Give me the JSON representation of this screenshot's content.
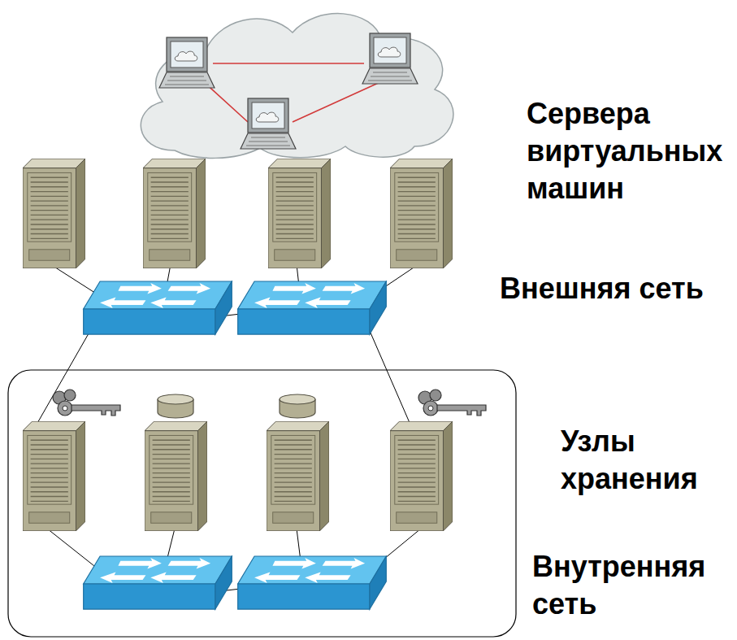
{
  "diagram": {
    "labels": [
      "Сервера виртуальных машин",
      "Внешняя сеть",
      "Узлы хранения",
      "Внутренняя сеть"
    ]
  }
}
